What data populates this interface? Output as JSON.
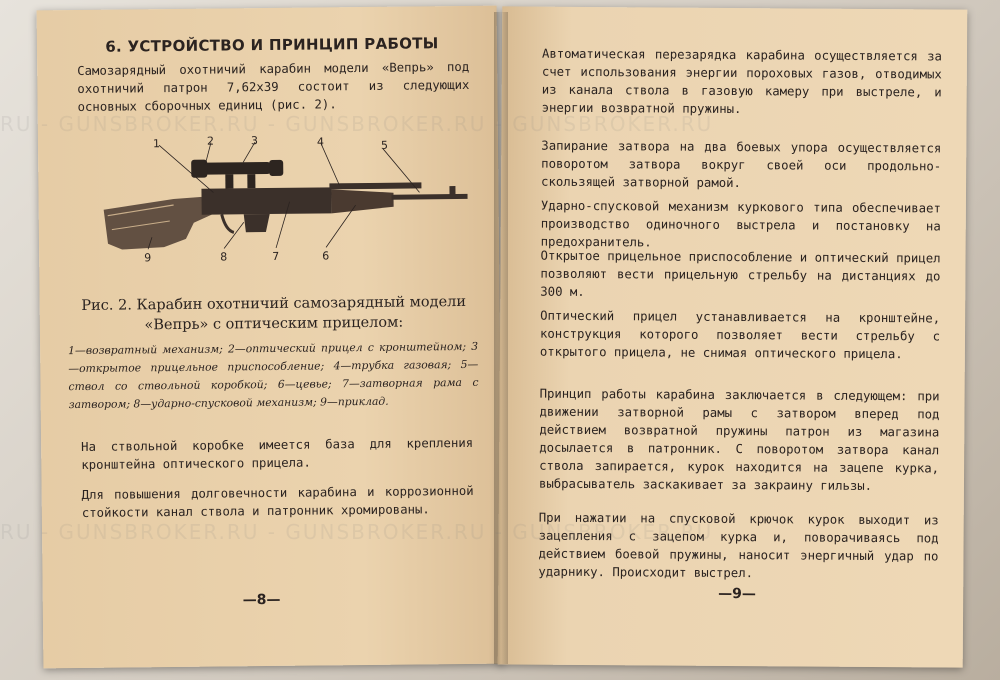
{
  "left_page": {
    "heading": "6. УСТРОЙСТВО И ПРИНЦИП РАБОТЫ",
    "intro": "Самозарядный охотничий карабин модели «Вепрь» под охотничий патрон 7,62х39 состоит из следующих основных сборочных единиц (рис. 2).",
    "figure_callouts": [
      "1",
      "2",
      "3",
      "4",
      "5",
      "6",
      "7",
      "8",
      "9"
    ],
    "caption": "Рис. 2. Карабин охотничий самозарядный модели «Вепрь» с оптическим прицелом:",
    "legend": "1—возвратный механизм; 2—оптический прицел с кронштейном; 3—открытое прицельное приспособление; 4—трубка газовая; 5—ствол со ствольной коробкой; 6—цевье; 7—затворная рама с затвором; 8—ударно-спусковой механизм; 9—приклад.",
    "para1": "На ствольной коробке имеется база для крепления кронштейна оптического прицела.",
    "para2": "Для повышения долговечности карабина и коррозионной стойкости канал ствола и патронник хромированы.",
    "page_number": "—8—"
  },
  "right_page": {
    "paragraphs": [
      "Автоматическая перезарядка карабина осуществляется за счет использования энергии пороховых газов, отводимых из канала ствола в газовую камеру при выстреле, и энергии возвратной пружины.",
      "Запирание затвора на два боевых упора осуществляется поворотом затвора вокруг своей оси продольно-скользящей затворной рамой.",
      "Ударно-спусковой механизм куркового типа обеспечивает производство одиночного выстрела и постановку на предохранитель.",
      "Открытое прицельное приспособление и оптический прицел позволяют вести прицельную стрельбу на дистанциях до 300 м.",
      "Оптический прицел устанавливается на кронштейне, конструкция которого позволяет вести стрельбу с открытого прицела, не снимая оптического прицела.",
      "Принцип работы карабина заключается в следующем: при движении затворной рамы с затвором вперед под действием возвратной пружины патрон из магазина досылается в патронник. С поворотом затвора канал ствола запирается, курок находится на зацепе курка, выбрасыватель заскакивает за закраину гильзы.",
      "При нажатии на спусковой крючок курок выходит из зацепления с зацепом курка и, поворачиваясь под действием боевой пружины, наносит энергичный удар по ударнику. Происходит выстрел."
    ],
    "page_number": "—9—"
  },
  "watermark": "RU - GUNSBROKER.RU - GUNSBROKER.RU - GUNSBROKER.RU"
}
